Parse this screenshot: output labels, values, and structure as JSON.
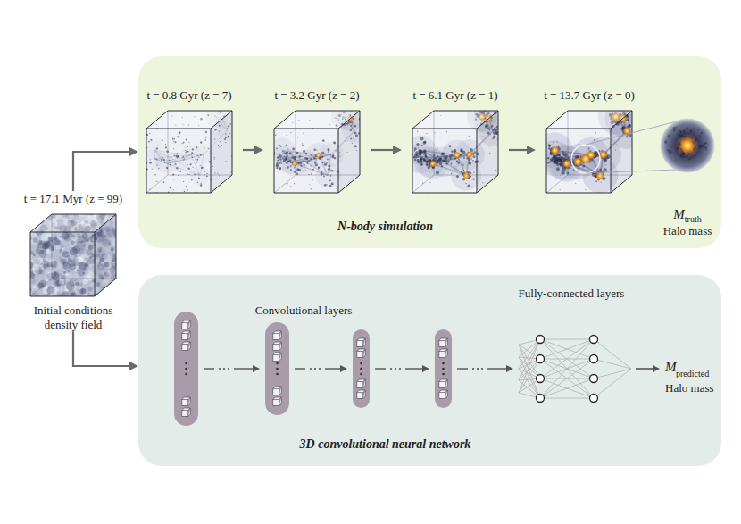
{
  "diagram": {
    "nodes": [
      {
        "text": [
          "N-body simulation"
        ]
      },
      {
        "text": [
          "t = 0.8 Gyr (z = 7)"
        ],
        "in": 0
      },
      {
        "text": [
          "t = 3.2 Gyr (z = 2)"
        ],
        "in": 0
      },
      {
        "text": [
          "t = 6.1 Gyr (z = 1)"
        ],
        "in": 0
      },
      {
        "text": [
          "t = 13.7 Gyr (z = 0)"
        ],
        "in": 0
      },
      {
        "text": [
          "M",
          "truth",
          "Halo mass"
        ],
        "in": 0
      },
      {
        "text": [
          "t = 17.1 Myr (z = 99)",
          "Initial conditions density field"
        ]
      },
      {
        "text": [
          "3D convolutional neural network"
        ]
      }
    ],
    "edges": [
      {
        "from": 6,
        "to": 0,
        "arrow": "to"
      },
      {
        "from": 1,
        "to": 2,
        "arrow": "to"
      },
      {
        "from": 2,
        "to": 3,
        "arrow": "to"
      },
      {
        "from": 3,
        "to": 4,
        "arrow": "to"
      },
      {
        "from": 6,
        "to": 7,
        "arrow": "to"
      }
    ],
    "labels": [
      "Convolutional layers",
      "Fully-connected layers",
      "M",
      "predicted",
      "Halo mass"
    ]
  }
}
